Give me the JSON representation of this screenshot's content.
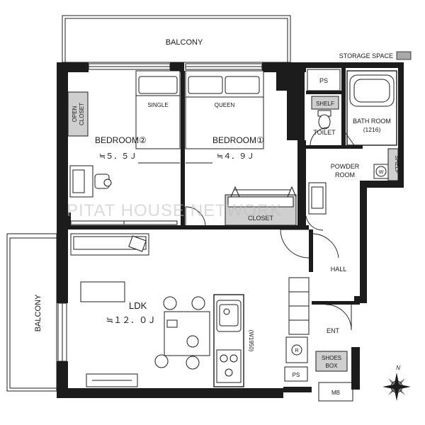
{
  "rooms": {
    "balcony_top": "BALCONY",
    "balcony_left": "BALCONY",
    "storage_space": "STORAGE SPACE",
    "bedroom2": {
      "name": "BEDROOM②",
      "area": "≒５．５Ｊ"
    },
    "bedroom1": {
      "name": "BEDROOM①",
      "area": "≒４．９Ｊ"
    },
    "single": "SINGLE",
    "queen": "QUEEN",
    "open_closet_1": "OPEN",
    "open_closet_2": "CLOSET",
    "closet": "CLOSET",
    "ps_top": "PS",
    "ps_bottom": "PS",
    "shelf_toilet": "SHELF",
    "toilet": "TOILET",
    "bath_room": "BATH ROOM",
    "bath_size": "(1216)",
    "powder_room_1": "POWDER",
    "powder_room_2": "ROOM",
    "shelf_side": "SHELF",
    "washer": "W",
    "ldk": {
      "name": "LDK",
      "area": "≒１２．０Ｊ"
    },
    "hall": "HALL",
    "ent": "ENT",
    "shoes_box_1": "SHOES",
    "shoes_box_2": "BOX",
    "fridge": "R",
    "mb": "MB",
    "kitchen_width": "(W1950)",
    "north": "N"
  },
  "watermark": "PITAT HOUSE NETWORK",
  "colors": {
    "wall": "#1c1c1c",
    "grey_fixture": "#cfcfcf",
    "storage_swatch": "#a8a8a8"
  }
}
